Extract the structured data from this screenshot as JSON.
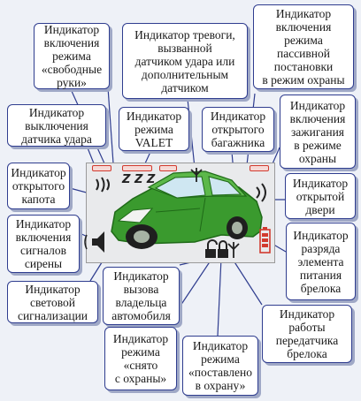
{
  "callouts": {
    "free_hands": "Индикатор\nвключения\nрежима\n«свободные\nруки»",
    "alarm_shock": "Индикатор тревоги,\nвызванной\nдатчиком удара или\nдополнительным\nдатчиком",
    "passive_arm": "Индикатор\nвключения\nрежима\nпассивной\nпостановки\nв режим охраны",
    "shock_off": "Индикатор\nвыключения\nдатчика удара",
    "valet": "Индикатор\nрежима\nVALET",
    "trunk": "Индикатор\nоткрытого\nбагажника",
    "ignition": "Индикатор\nвключения\nзажигания\nв режиме\nохраны",
    "hood": "Индикатор\nоткрытого\nкапота",
    "door": "Индикатор\nоткрытой\nдвери",
    "siren": "Индикатор\nвключения\nсигналов\nсирены",
    "battery": "Индикатор\nразряда\nэлемента\nпитания\nбрелока",
    "lights": "Индикатор\nсветовой\nсигнализации",
    "owner_call": "Индикатор\nвызова\nвладельца\nавтомобиля",
    "transmitter": "Индикатор\nработы\nпередатчика\nбрелока",
    "disarmed": "Индикатор\nрежима\n«снято\nс охраны»",
    "armed": "Индикатор\nрежима\n«поставлено\nв охрану»"
  },
  "display": {
    "zzz": "Z Z Z"
  },
  "colors": {
    "border": "#2f3d8f",
    "shadow": "#9fa8c6",
    "car_body": "#3a9a2e",
    "car_dark": "#1f6a18",
    "indicator_red": "#d23a2e"
  },
  "icons": {
    "shock": "shock-waves-icon",
    "sleep": "zzz-icon",
    "antenna": "antenna-icon",
    "siren": "speaker-icon",
    "lock_open": "unlock-icon",
    "lock_closed": "lock-icon",
    "battery": "battery-icon",
    "door": "door-signal-icon"
  }
}
